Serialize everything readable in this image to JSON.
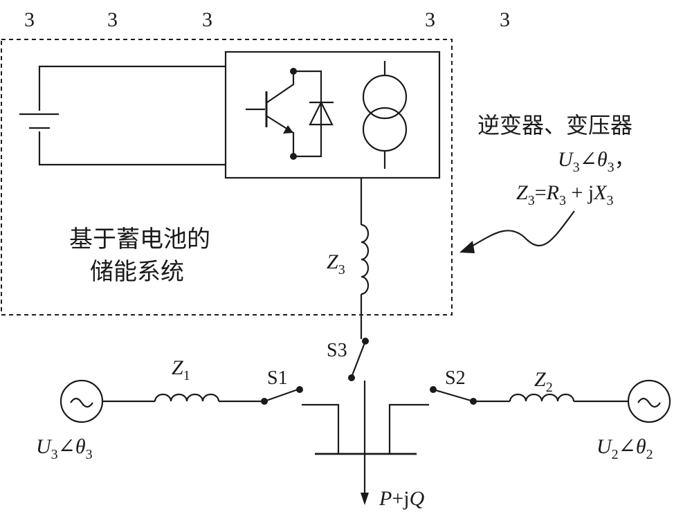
{
  "top_numbers": [
    "3",
    "3",
    "3",
    "3",
    "3"
  ],
  "storage_label": {
    "line1": "基于蓄电池的",
    "line2": "储能系统"
  },
  "inverter_label": {
    "title": "逆变器、变压器",
    "voltage": {
      "sym": "U",
      "sub": "3",
      "angle": "∠",
      "theta": "θ",
      "theta_sub": "3",
      "tail": "，"
    },
    "impedance": {
      "sym": "Z",
      "sub": "3",
      "eq": "=",
      "r": "R",
      "r_sub": "3",
      "plus": " + j",
      "x": "X",
      "x_sub": "3"
    }
  },
  "z3": {
    "sym": "Z",
    "sub": "3"
  },
  "z1": {
    "sym": "Z",
    "sub": "1"
  },
  "z2": {
    "sym": "Z",
    "sub": "2"
  },
  "switches": {
    "s1": "S1",
    "s2": "S2",
    "s3": "S3"
  },
  "source_left": {
    "sym": "U",
    "sub": "3",
    "angle": "∠",
    "theta": "θ",
    "theta_sub": "3"
  },
  "source_right": {
    "sym": "U",
    "sub": "2",
    "angle": "∠",
    "theta": "θ",
    "theta_sub": "2"
  },
  "load": {
    "p": "P",
    "plus": "+j",
    "q": "Q"
  }
}
